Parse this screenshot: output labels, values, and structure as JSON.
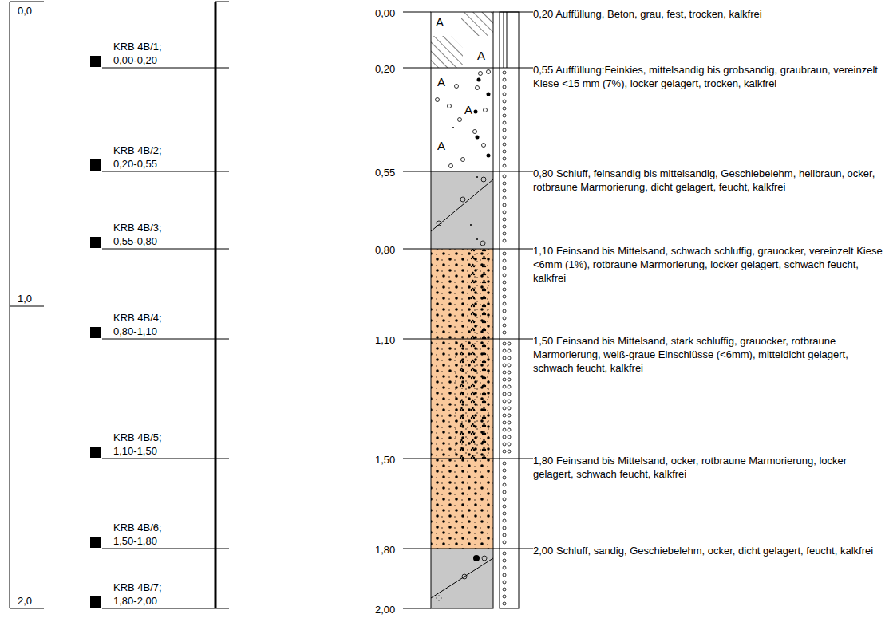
{
  "diagram": {
    "labels": [
      "0,0",
      "1,0",
      "2,0",
      "KRB 4B/1;",
      "0,00-0,20",
      "KRB 4B/2;",
      "0,20-0,55",
      "KRB 4B/3;",
      "0,55-0,80",
      "KRB 4B/4;",
      "0,80-1,10",
      "KRB 4B/5;",
      "1,10-1,50",
      "KRB 4B/6;",
      "1,50-1,80",
      "KRB 4B/7;",
      "1,80-2,00",
      "0,00",
      "0,20",
      "0,55",
      "0,80",
      "1,10",
      "1,50",
      "1,80",
      "2,00",
      "A",
      "A",
      "A",
      "A",
      "A",
      "0,20 Auffüllung, Beton, grau, fest, trocken, kalkfrei",
      "0,55 Auffüllung:Feinkies, mittelsandig bis grobsandig, graubraun, vereinzelt Kiese <15 mm (7%), locker gelagert, trocken, kalkfrei",
      "0,80 Schluff, feinsandig bis mittelsandig, Geschiebelehm, hellbraun, ocker, rotbraune Marmorierung, dicht gelagert, feucht, kalkfrei",
      "1,10 Feinsand bis Mittelsand, schwach schluffig, grauocker, vereinzelt Kiese <6mm (1%), rotbraune Marmorierung, locker gelagert, schwach feucht, kalkfrei",
      "1,50 Feinsand bis Mittelsand, stark schluffig, grauocker, rotbraune Marmorierung, weiß-graue Einschlüsse (<6mm), mitteldicht gelagert, schwach feucht, kalkfrei",
      "1,80 Feinsand bis Mittelsand, ocker, rotbraune Marmorierung, locker gelagert, schwach feucht, kalkfrei",
      "2,00 Schluff, sandig, Geschiebelehm, ocker, dicht gelagert, feucht, kalkfrei"
    ]
  }
}
